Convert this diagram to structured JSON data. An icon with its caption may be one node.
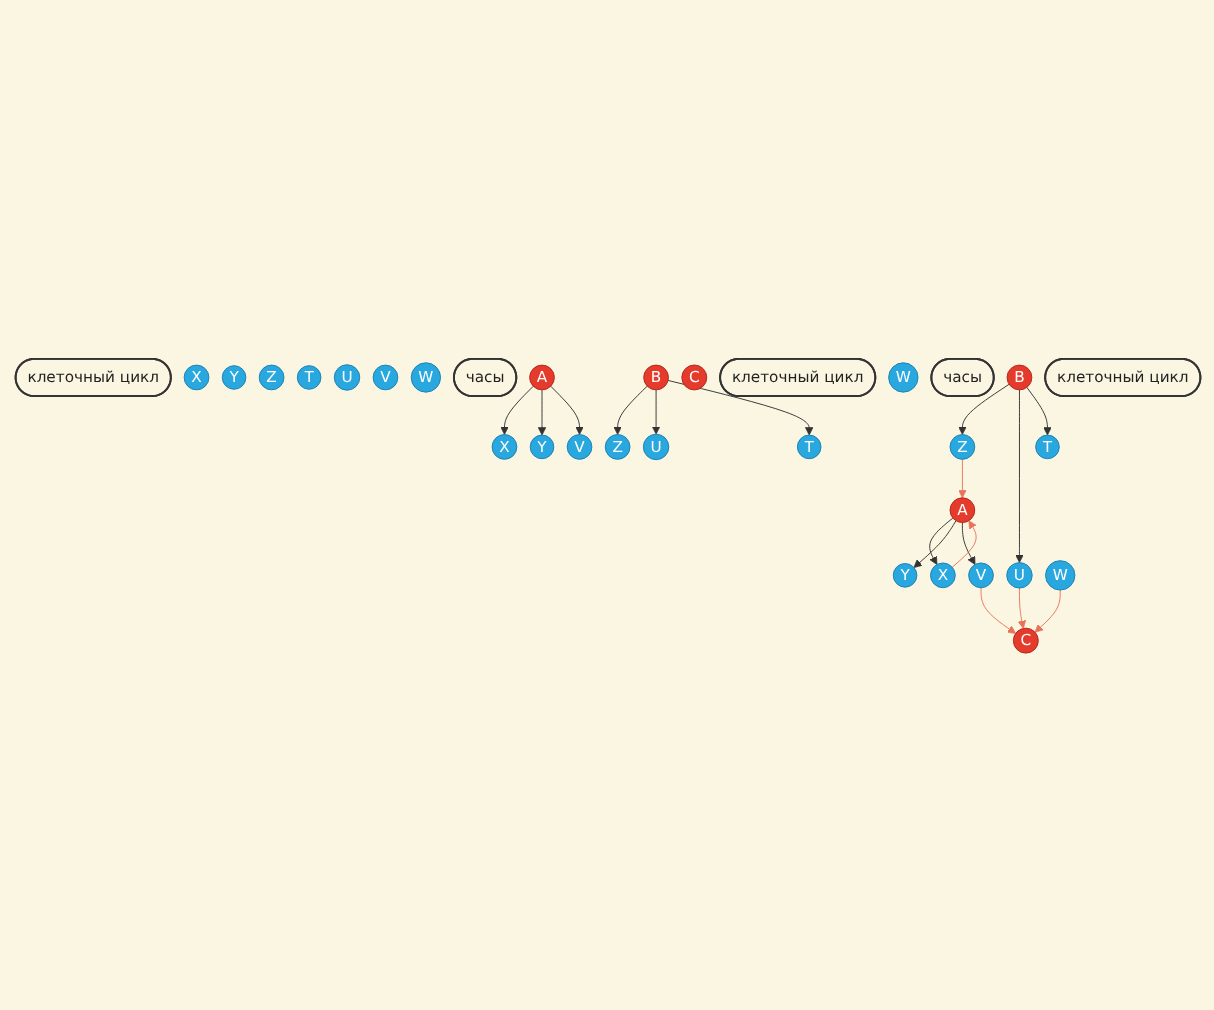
{
  "diagram": {
    "nodes": [
      {
        "text": [
          "клеточный цикл"
        ]
      },
      {
        "text": [
          "X"
        ]
      },
      {
        "text": [
          "Y"
        ]
      },
      {
        "text": [
          "Z"
        ]
      },
      {
        "text": [
          "T"
        ]
      },
      {
        "text": [
          "U"
        ]
      },
      {
        "text": [
          "V"
        ]
      },
      {
        "text": [
          "W"
        ]
      },
      {
        "text": [
          "часы"
        ]
      },
      {
        "text": [
          "A"
        ]
      },
      {
        "text": [
          "B"
        ]
      },
      {
        "text": [
          "C"
        ]
      },
      {
        "text": [
          "клеточный цикл"
        ]
      },
      {
        "text": [
          "X"
        ]
      },
      {
        "text": [
          "Y"
        ]
      },
      {
        "text": [
          "Z"
        ]
      },
      {
        "text": [
          "T"
        ]
      },
      {
        "text": [
          "U"
        ]
      },
      {
        "text": [
          "V"
        ]
      },
      {
        "text": [
          "W"
        ]
      },
      {
        "text": [
          "часы"
        ]
      },
      {
        "text": [
          "A"
        ]
      },
      {
        "text": [
          "B"
        ]
      },
      {
        "text": [
          "C"
        ]
      },
      {
        "text": [
          "клеточный цикл"
        ]
      },
      {
        "text": [
          "X"
        ]
      },
      {
        "text": [
          "Y"
        ]
      },
      {
        "text": [
          "Z"
        ]
      },
      {
        "text": [
          "T"
        ]
      },
      {
        "text": [
          "U"
        ]
      },
      {
        "text": [
          "V"
        ]
      },
      {
        "text": [
          "W"
        ]
      }
    ],
    "edges": [
      {
        "from": 9,
        "to": 13,
        "arrow": "to"
      },
      {
        "from": 9,
        "to": 14,
        "arrow": "to"
      },
      {
        "from": 9,
        "to": 18,
        "arrow": "to"
      },
      {
        "from": 10,
        "to": 15,
        "arrow": "to"
      },
      {
        "from": 10,
        "to": 17,
        "arrow": "to"
      },
      {
        "from": 10,
        "to": 16,
        "arrow": "to"
      },
      {
        "from": 21,
        "to": 25,
        "arrow": "to"
      },
      {
        "from": 21,
        "to": 26,
        "arrow": "to"
      },
      {
        "from": 21,
        "to": 30,
        "arrow": "to"
      },
      {
        "from": 22,
        "to": 27,
        "arrow": "to"
      },
      {
        "from": 22,
        "to": 29,
        "arrow": "to"
      },
      {
        "from": 22,
        "to": 28,
        "arrow": "to"
      },
      {
        "from": 25,
        "to": 21,
        "arrow": "to",
        "color": "#e8735a"
      },
      {
        "from": 27,
        "to": 21,
        "arrow": "to",
        "color": "#e8735a"
      },
      {
        "from": 31,
        "to": 23,
        "arrow": "to",
        "color": "#e8735a"
      },
      {
        "from": 30,
        "to": 23,
        "arrow": "to",
        "color": "#e8735a"
      },
      {
        "from": 29,
        "to": 23,
        "arrow": "to",
        "color": "#e8735a"
      }
    ]
  }
}
